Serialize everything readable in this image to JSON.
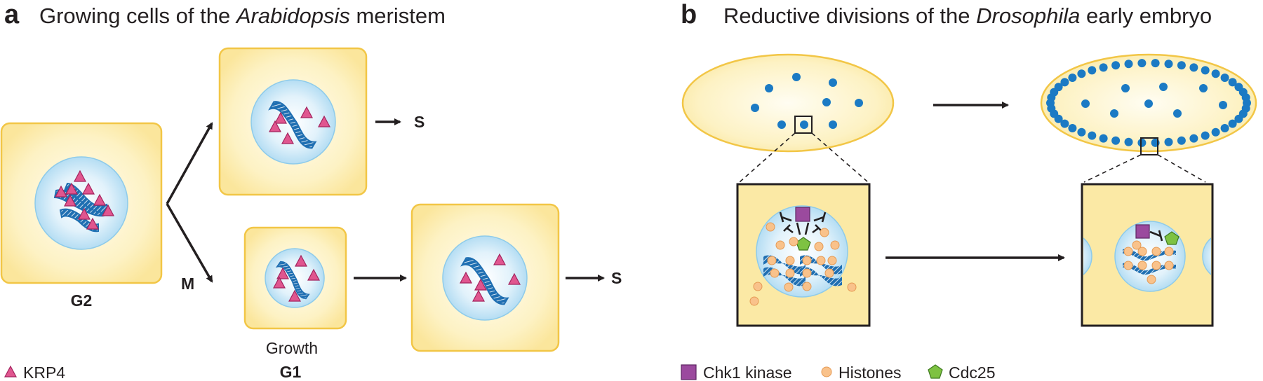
{
  "panel_a": {
    "letter": "a",
    "title_pre": "Growing cells of the ",
    "title_italic": "Arabidopsis",
    "title_post": " meristem",
    "label_g2": "G2",
    "label_m": "M",
    "label_s_top": "S",
    "label_s_bottom": "S",
    "label_growth": "Growth",
    "label_g1": "G1",
    "legend_krp4": "KRP4"
  },
  "panel_b": {
    "letter": "b",
    "title_pre": "Reductive divisions of the ",
    "title_italic": "Drosophila",
    "title_post": " early embryo",
    "legend": {
      "chk1": "Chk1 kinase",
      "histones": "Histones",
      "cdc25": "Cdc25"
    }
  },
  "colors": {
    "cell_fill": "#fdf0b8",
    "cell_stroke": "#f2c646",
    "nucleus_blue": "#b9e1f5",
    "chromosome_blue": "#1f6fb2",
    "krp4_pink": "#e0568f",
    "chk1_purple": "#9b4a9e",
    "histone_orange": "#f9c28b",
    "cdc25_green": "#7ec242",
    "embryo_dot_blue": "#1b7ac4",
    "arrow_black": "#231f20"
  }
}
